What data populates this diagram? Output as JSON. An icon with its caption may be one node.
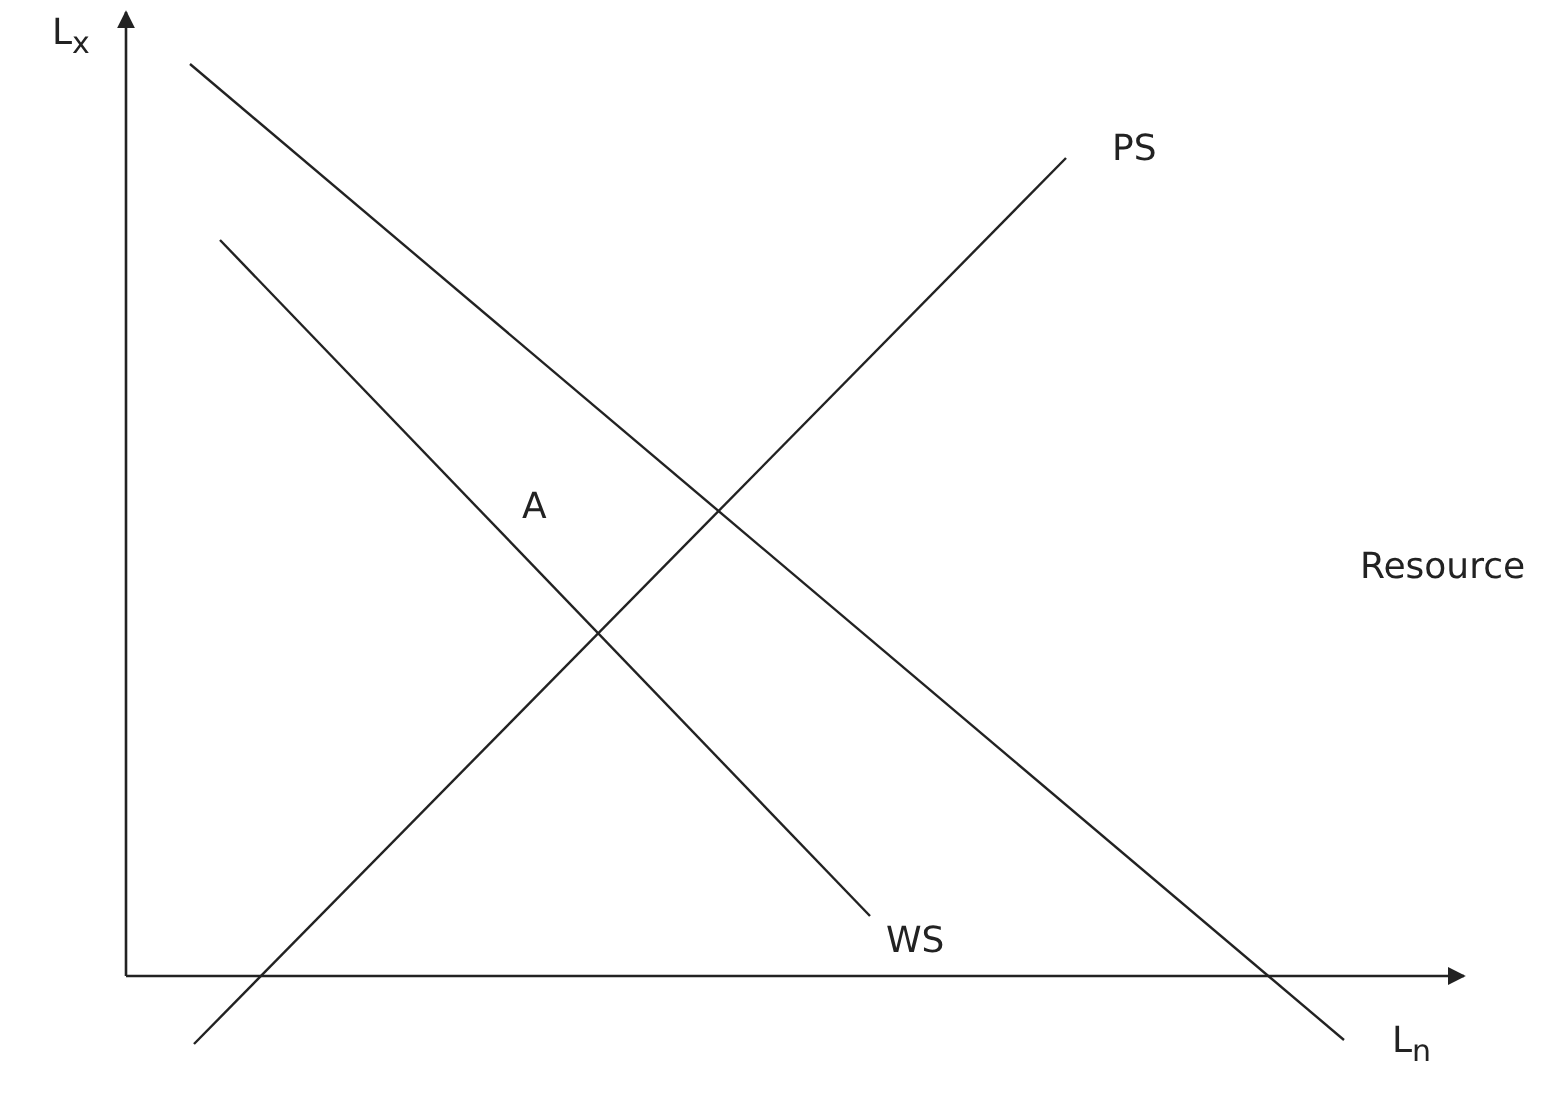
{
  "diagram": {
    "labels": [
      "L$_{x}$",
      "PS",
      "A",
      "Resource",
      "WS",
      "L$_{n}$"
    ]
  }
}
